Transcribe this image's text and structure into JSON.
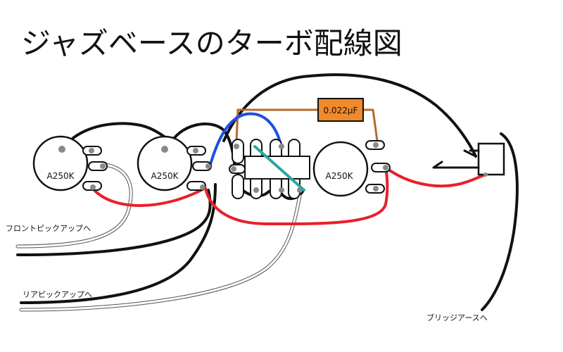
{
  "title": "ジャズベースのターボ配線図",
  "pots": [
    {
      "label": "A250K"
    },
    {
      "label": "A250K"
    },
    {
      "label": "A250K"
    }
  ],
  "capacitor": {
    "label": "0.022μF",
    "color": "#f08a2c"
  },
  "labels": {
    "front_pickup": "フロントピックアップへ",
    "rear_pickup": "リアピックアップへ",
    "bridge_ground": "ブリッジアースへ"
  },
  "colors": {
    "hot": "#e8202a",
    "ground": "#111111",
    "jumper": "#1f4fe0",
    "switch_link": "#2aa7a4",
    "cap_lead": "#b86a2a"
  }
}
